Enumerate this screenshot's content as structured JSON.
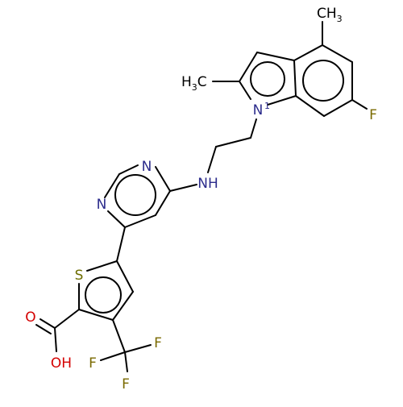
{
  "molecule": {
    "labels": {
      "n_pyr_top": "N",
      "n_pyr_left": "N",
      "nh": "NH",
      "n_indole": "N",
      "n_indole_charge": "1",
      "s_thiophene": "S",
      "f_aryl": "F",
      "ch3_top_c": "CH",
      "ch3_top_sub": "3",
      "h3c_left_h": "H",
      "h3c_left_sub": "3",
      "h3c_left_c": "C",
      "o_carbonyl": "O",
      "oh": "OH",
      "f_cf3_1": "F",
      "f_cf3_2": "F",
      "f_cf3_3": "F"
    },
    "colors": {
      "nitrogen": "#2c2c8c",
      "sulfur": "#6d6d00",
      "fluorine": "#7a6a00",
      "oxygen": "#d40000",
      "bond": "#000000"
    }
  }
}
